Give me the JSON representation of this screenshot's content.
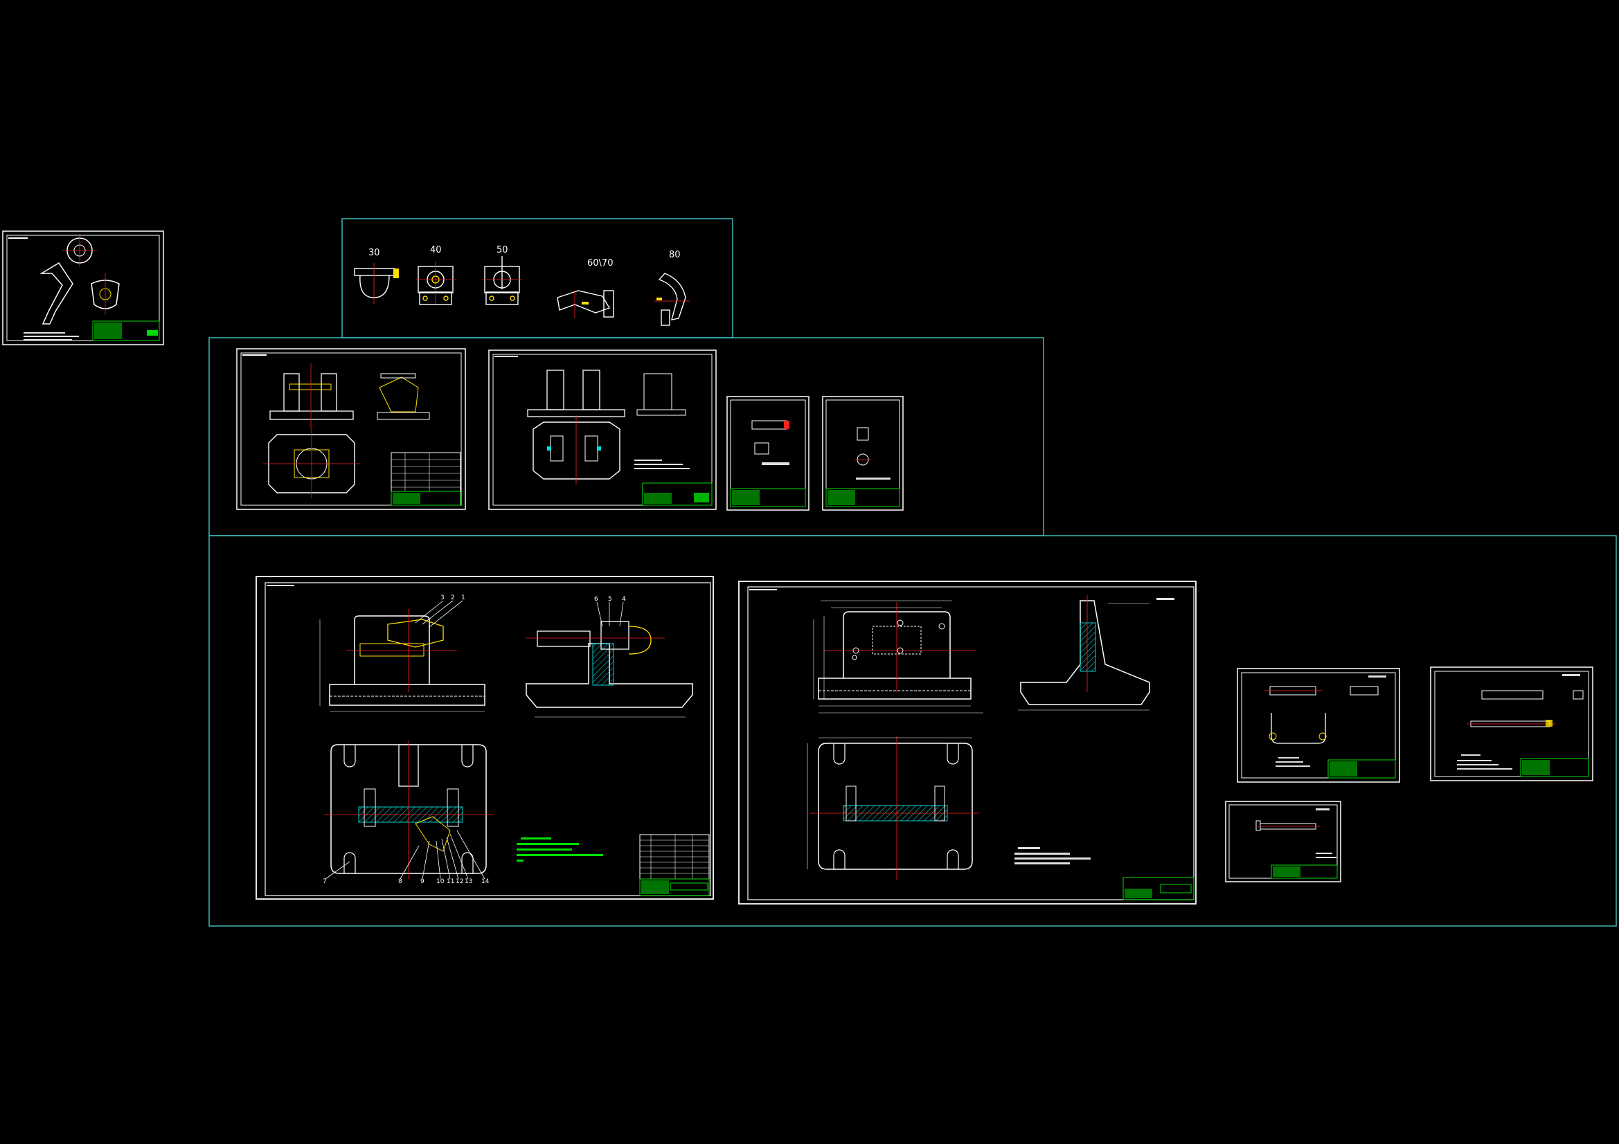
{
  "canvas": {
    "background": "#000000",
    "group_border_color": "#3fb8b8",
    "sheet_border_color": "#ffffff",
    "title_block_color": "#00e000",
    "centerline_color": "#ff2020",
    "section_color": "#00e0e0",
    "highlight_color": "#ffe000"
  },
  "process_views": {
    "labels": [
      "30",
      "40",
      "50",
      "60\\70",
      "80"
    ]
  },
  "assembly_sheet": {
    "balloons_top": [
      "3",
      "2",
      "1"
    ],
    "balloons_side": [
      "6",
      "5",
      "4"
    ],
    "balloons_bottom": [
      "7",
      "8",
      "9",
      "10",
      "11",
      "12",
      "13",
      "14"
    ]
  }
}
